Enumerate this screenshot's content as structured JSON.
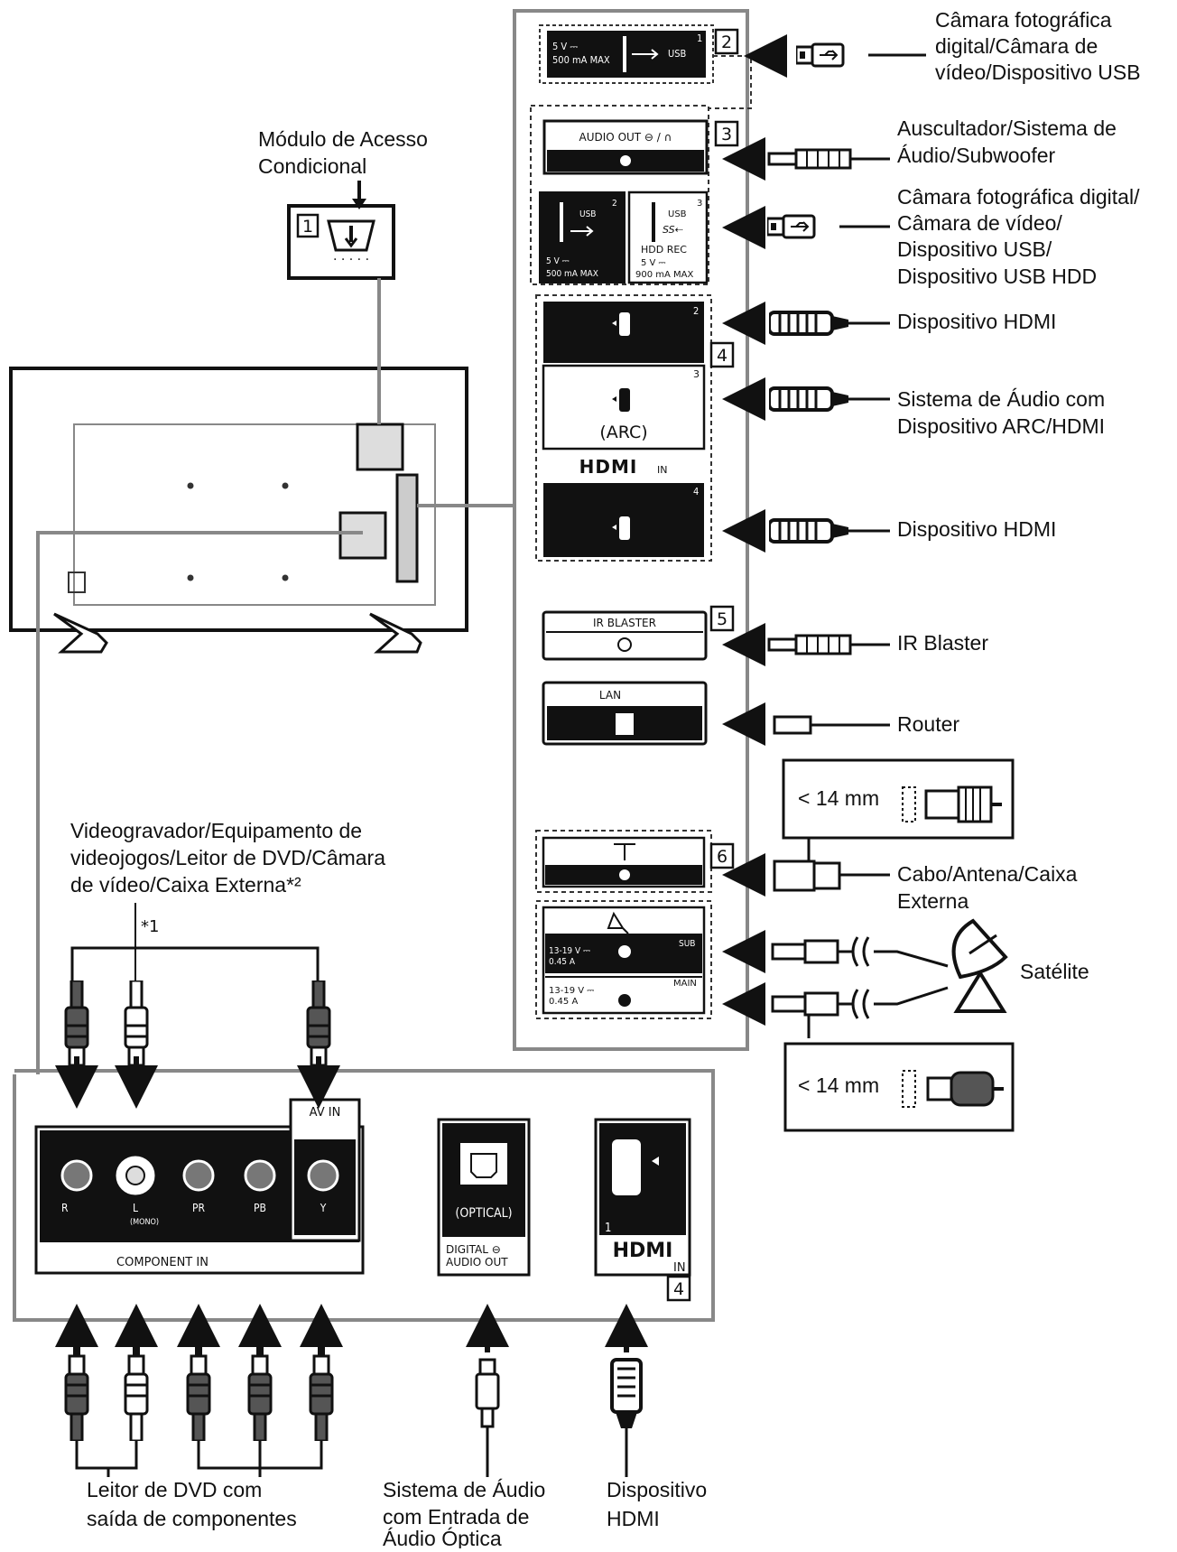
{
  "labels": {
    "cam": [
      "Câmara fotográfica",
      "digital/Câmara de",
      "vídeo/Dispositivo USB"
    ],
    "headphone": [
      "Auscultador/Sistema de",
      "Áudio/Subwoofer"
    ],
    "usb_hdd": [
      "Câmara fotográfica digital/",
      "Câmara de vídeo/",
      "Dispositivo USB/",
      "Dispositivo USB HDD"
    ],
    "hdmi_2": "Dispositivo HDMI",
    "arc": [
      "Sistema de Áudio com",
      "Dispositivo ARC/HDMI"
    ],
    "hdmi_4": "Dispositivo HDMI",
    "ir_blaster": "IR Blaster",
    "router": "Router",
    "cable": [
      "Cabo/Antena/Caixa",
      "Externa"
    ],
    "satellite": "Satélite",
    "cam_module": [
      "Módulo de Acesso",
      "Condicional"
    ],
    "video_devices": [
      "Videogravador/Equipamento de",
      "videojogos/Leitor de DVD/Câmara",
      "de vídeo/Caixa Externa*²"
    ],
    "note1": "*1",
    "dvd": [
      "Leitor de DVD com",
      "saída de componentes"
    ],
    "optical_audio": [
      "Sistema de Áudio",
      "com Entrada de",
      "Áudio Óptica"
    ],
    "hdmi_1": [
      "Dispositivo",
      "HDMI"
    ],
    "mm_top": "< 14 mm",
    "mm_bottom": "< 14 mm"
  },
  "panel": {
    "n1": "1",
    "n2": "2",
    "n3": "3",
    "n4": "4",
    "n5": "5",
    "n6": "6",
    "n4b": "4",
    "usb1_v": "5 V ⎓",
    "usb1_ma": "500 mA MAX",
    "usb1_tag": "USB",
    "usb1_num": "1",
    "audio_out": "AUDIO OUT  ⊖ / ∩",
    "usb2_tag": "USB",
    "usb2_num": "2",
    "usb2_v": "5 V ⎓",
    "usb2_ma": "500 mA MAX",
    "usb3_tag": "USB",
    "usb3_num": "3",
    "usb3_hdd": "HDD REC",
    "usb3_v": "5 V ⎓",
    "usb3_ma": "900 mA MAX",
    "usb3_ss": "SS⇠",
    "hdmi2_num": "2",
    "hdmi3_num": "3",
    "hdmi4_num": "4",
    "arc": "(ARC)",
    "hdmi_in": "HDMI",
    "hdmi_in_small": "IN",
    "ir_blaster": "IR BLASTER",
    "lan": "LAN",
    "sub_v": "13-19 V ⎓",
    "sub_a": "0.45 A",
    "sub": "SUB",
    "main_v": "13-19 V ⎓",
    "main_a": "0.45 A",
    "main": "MAIN"
  },
  "bottom_panel": {
    "av_in": "AV IN",
    "r": "R",
    "l": "L",
    "mono": "(MONO)",
    "pr": "PR",
    "pb": "PB",
    "y": "Y",
    "component_in": "COMPONENT IN",
    "optical": "(OPTICAL)",
    "digital_audio_out": [
      "DIGITAL ⊖",
      "AUDIO OUT"
    ],
    "hdmi_num": "1",
    "hdmi": "HDMI",
    "hdmi_in": "IN"
  }
}
